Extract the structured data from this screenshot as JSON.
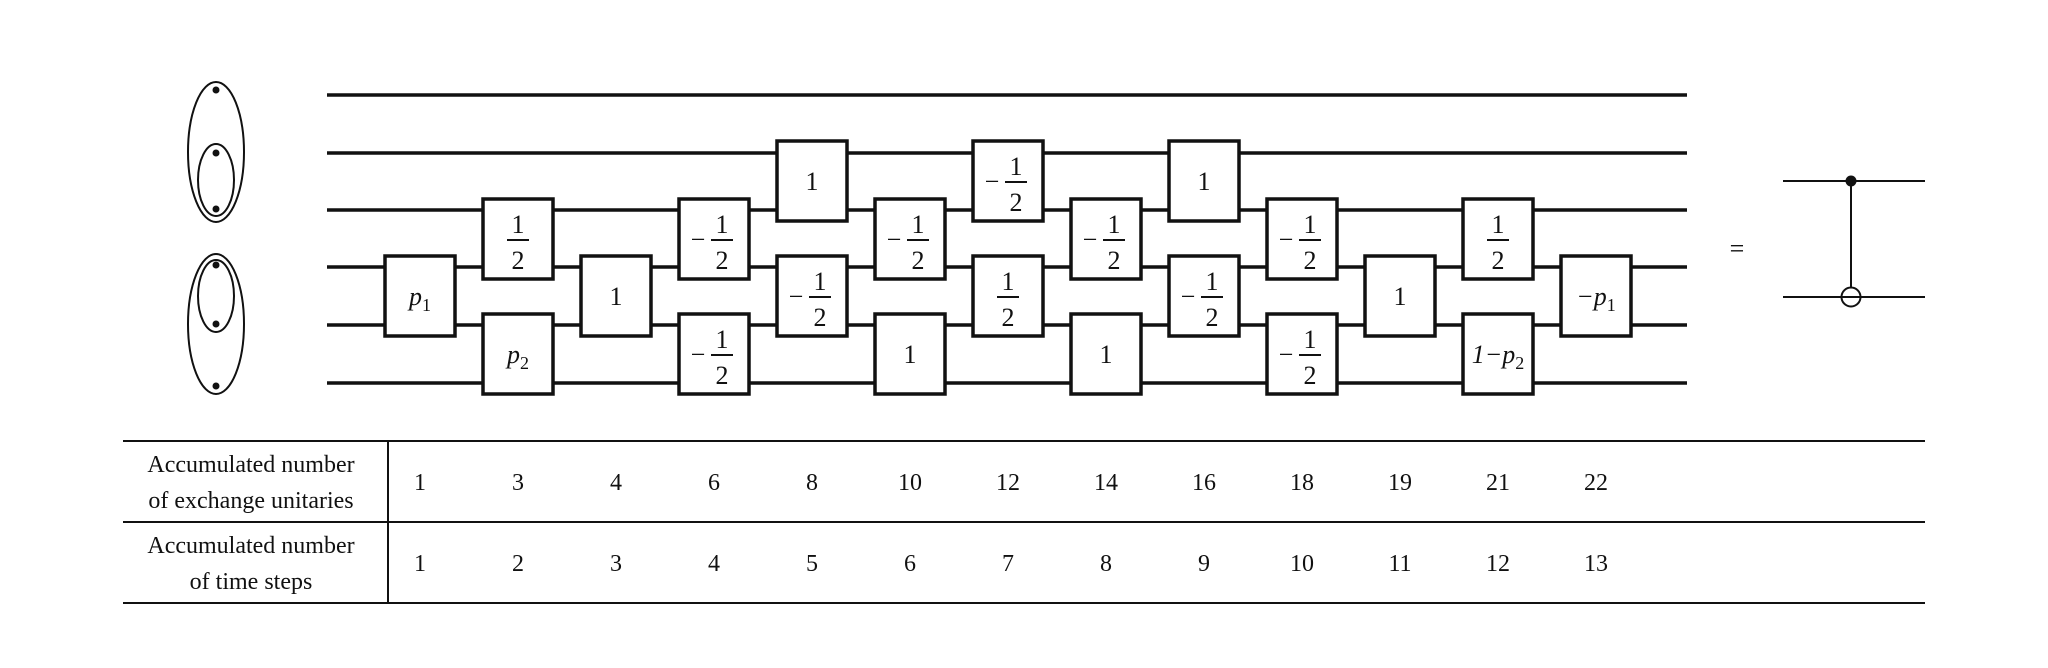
{
  "circuit": {
    "gates": [
      {
        "step": 1,
        "row": 3,
        "kind": "sym",
        "label": "p",
        "sub": "1"
      },
      {
        "step": 2,
        "row": 2,
        "kind": "frac",
        "sign": "",
        "num": "1",
        "den": "2"
      },
      {
        "step": 2,
        "row": 4,
        "kind": "sym",
        "label": "p",
        "sub": "2"
      },
      {
        "step": 3,
        "row": 3,
        "kind": "text",
        "label": "1"
      },
      {
        "step": 4,
        "row": 2,
        "kind": "frac",
        "sign": "−",
        "num": "1",
        "den": "2"
      },
      {
        "step": 4,
        "row": 4,
        "kind": "frac",
        "sign": "−",
        "num": "1",
        "den": "2"
      },
      {
        "step": 5,
        "row": 1,
        "kind": "text",
        "label": "1"
      },
      {
        "step": 5,
        "row": 3,
        "kind": "frac",
        "sign": "−",
        "num": "1",
        "den": "2"
      },
      {
        "step": 6,
        "row": 2,
        "kind": "frac",
        "sign": "−",
        "num": "1",
        "den": "2"
      },
      {
        "step": 6,
        "row": 4,
        "kind": "text",
        "label": "1"
      },
      {
        "step": 7,
        "row": 1,
        "kind": "frac",
        "sign": "−",
        "num": "1",
        "den": "2"
      },
      {
        "step": 7,
        "row": 3,
        "kind": "frac",
        "sign": "",
        "num": "1",
        "den": "2"
      },
      {
        "step": 8,
        "row": 2,
        "kind": "frac",
        "sign": "−",
        "num": "1",
        "den": "2"
      },
      {
        "step": 8,
        "row": 4,
        "kind": "text",
        "label": "1"
      },
      {
        "step": 9,
        "row": 1,
        "kind": "text",
        "label": "1"
      },
      {
        "step": 9,
        "row": 3,
        "kind": "frac",
        "sign": "−",
        "num": "1",
        "den": "2"
      },
      {
        "step": 10,
        "row": 2,
        "kind": "frac",
        "sign": "−",
        "num": "1",
        "den": "2"
      },
      {
        "step": 10,
        "row": 4,
        "kind": "frac",
        "sign": "−",
        "num": "1",
        "den": "2"
      },
      {
        "step": 11,
        "row": 3,
        "kind": "text",
        "label": "1"
      },
      {
        "step": 12,
        "row": 2,
        "kind": "frac",
        "sign": "",
        "num": "1",
        "den": "2"
      },
      {
        "step": 12,
        "row": 4,
        "kind": "sym",
        "label": "1−p",
        "sub": "2"
      },
      {
        "step": 13,
        "row": 3,
        "kind": "sym",
        "label": "−p",
        "sub": "1"
      }
    ],
    "equals_sign": "="
  },
  "table": {
    "row1_label_line1": "Accumulated number",
    "row1_label_line2": "of exchange unitaries",
    "row1_values": [
      "1",
      "3",
      "4",
      "6",
      "8",
      "10",
      "12",
      "14",
      "16",
      "18",
      "19",
      "21",
      "22"
    ],
    "row2_label_line1": "Accumulated number",
    "row2_label_line2": "of time steps",
    "row2_values": [
      "1",
      "2",
      "3",
      "4",
      "5",
      "6",
      "7",
      "8",
      "9",
      "10",
      "11",
      "12",
      "13"
    ]
  }
}
